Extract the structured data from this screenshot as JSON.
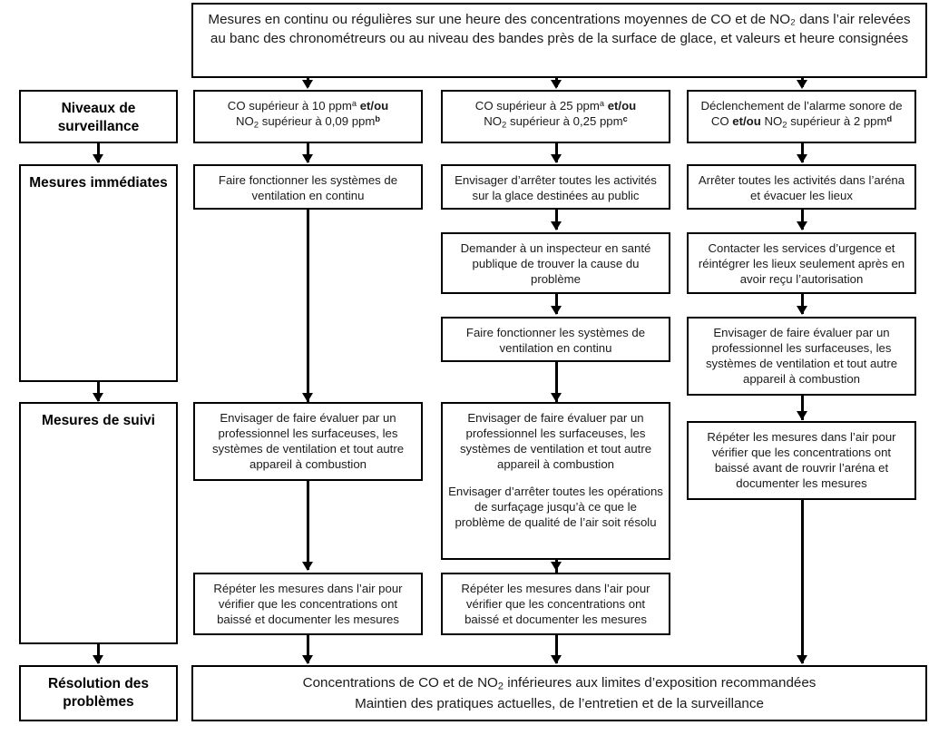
{
  "diagram": {
    "title_banner": "Mesures en continu ou régulières sur une heure des concentrations moyennes de CO et de NO₂ dans l’air relevées au banc des chronométreurs ou au niveau des bandes près de la surface de glace, et valeurs et heure consignées",
    "footer_line_1": "Concentrations de CO et de NO₂ inférieures aux limites d’exposition recommandées",
    "footer_line_2": "Maintien des pratiques actuelles, de l’entretien et de la surveillance"
  },
  "stages": [
    {
      "label": "Niveaux de surveillance"
    },
    {
      "label": "Mesures immédiates"
    },
    {
      "label": "Mesures de suivi"
    },
    {
      "label": "Résolution des problèmes"
    }
  ],
  "columns": [
    {
      "name": "column-1",
      "trigger": {
        "line1": "CO supérieur à 10 ppmᵃ et/ou",
        "line2": "NO₂ supérieur à 0,09 ppmᵇ"
      },
      "immediate": [
        "Faire fonctionner les systèmes de ventilation en continu"
      ],
      "followup": [
        "Envisager de faire évaluer par un professionnel les surfaceuses, les systèmes de ventilation et tout autre appareil à combustion",
        "Répéter les mesures dans l’air pour vérifier que les concentrations ont baissé et documenter les mesures"
      ]
    },
    {
      "name": "column-2",
      "trigger": {
        "line1": "CO supérieur à 25 ppmᵃ et/ou",
        "line2": "NO₂ supérieur à 0,25 ppmᶜ"
      },
      "immediate": [
        "Envisager d’arrêter toutes les activités sur la glace destinées au public",
        "Demander à un inspecteur en santé publique de trouver la cause du problème",
        "Faire fonctionner les systèmes de ventilation en continu"
      ],
      "followup": [
        "Envisager de faire évaluer par un professionnel les surfaceuses, les systèmes de ventilation et tout autre appareil à combustion",
        "Envisager d’arrêter toutes les opérations de surfaçage jusqu’à ce que le problème de qualité de l’air soit résolu",
        "Répéter les mesures dans l’air pour vérifier que les concentrations ont baissé et documenter les mesures"
      ]
    },
    {
      "name": "column-3",
      "trigger": {
        "line1": "Déclenchement de l’alarme sonore de",
        "line2": "CO et/ou NO₂ supérieur à 2 ppmᵈ"
      },
      "immediate": [
        "Arrêter toutes les activités dans l’aréna et évacuer les lieux",
        "Contacter les services d’urgence et réintégrer les lieux seulement après en avoir reçu l’autorisation",
        "Envisager de faire évaluer par un professionnel les surfaceuses, les systèmes de ventilation et tout autre appareil à combustion"
      ],
      "followup": [
        "Répéter les mesures dans l’air pour vérifier que les concentrations ont baissé avant de rouvrir l’aréna et documenter les mesures"
      ]
    }
  ],
  "footnote_markers": {
    "a": "a",
    "b": "b",
    "c": "c",
    "d": "d"
  },
  "colors": {
    "stroke": "#000000",
    "text": "#1a1a1a",
    "background": "#ffffff"
  }
}
